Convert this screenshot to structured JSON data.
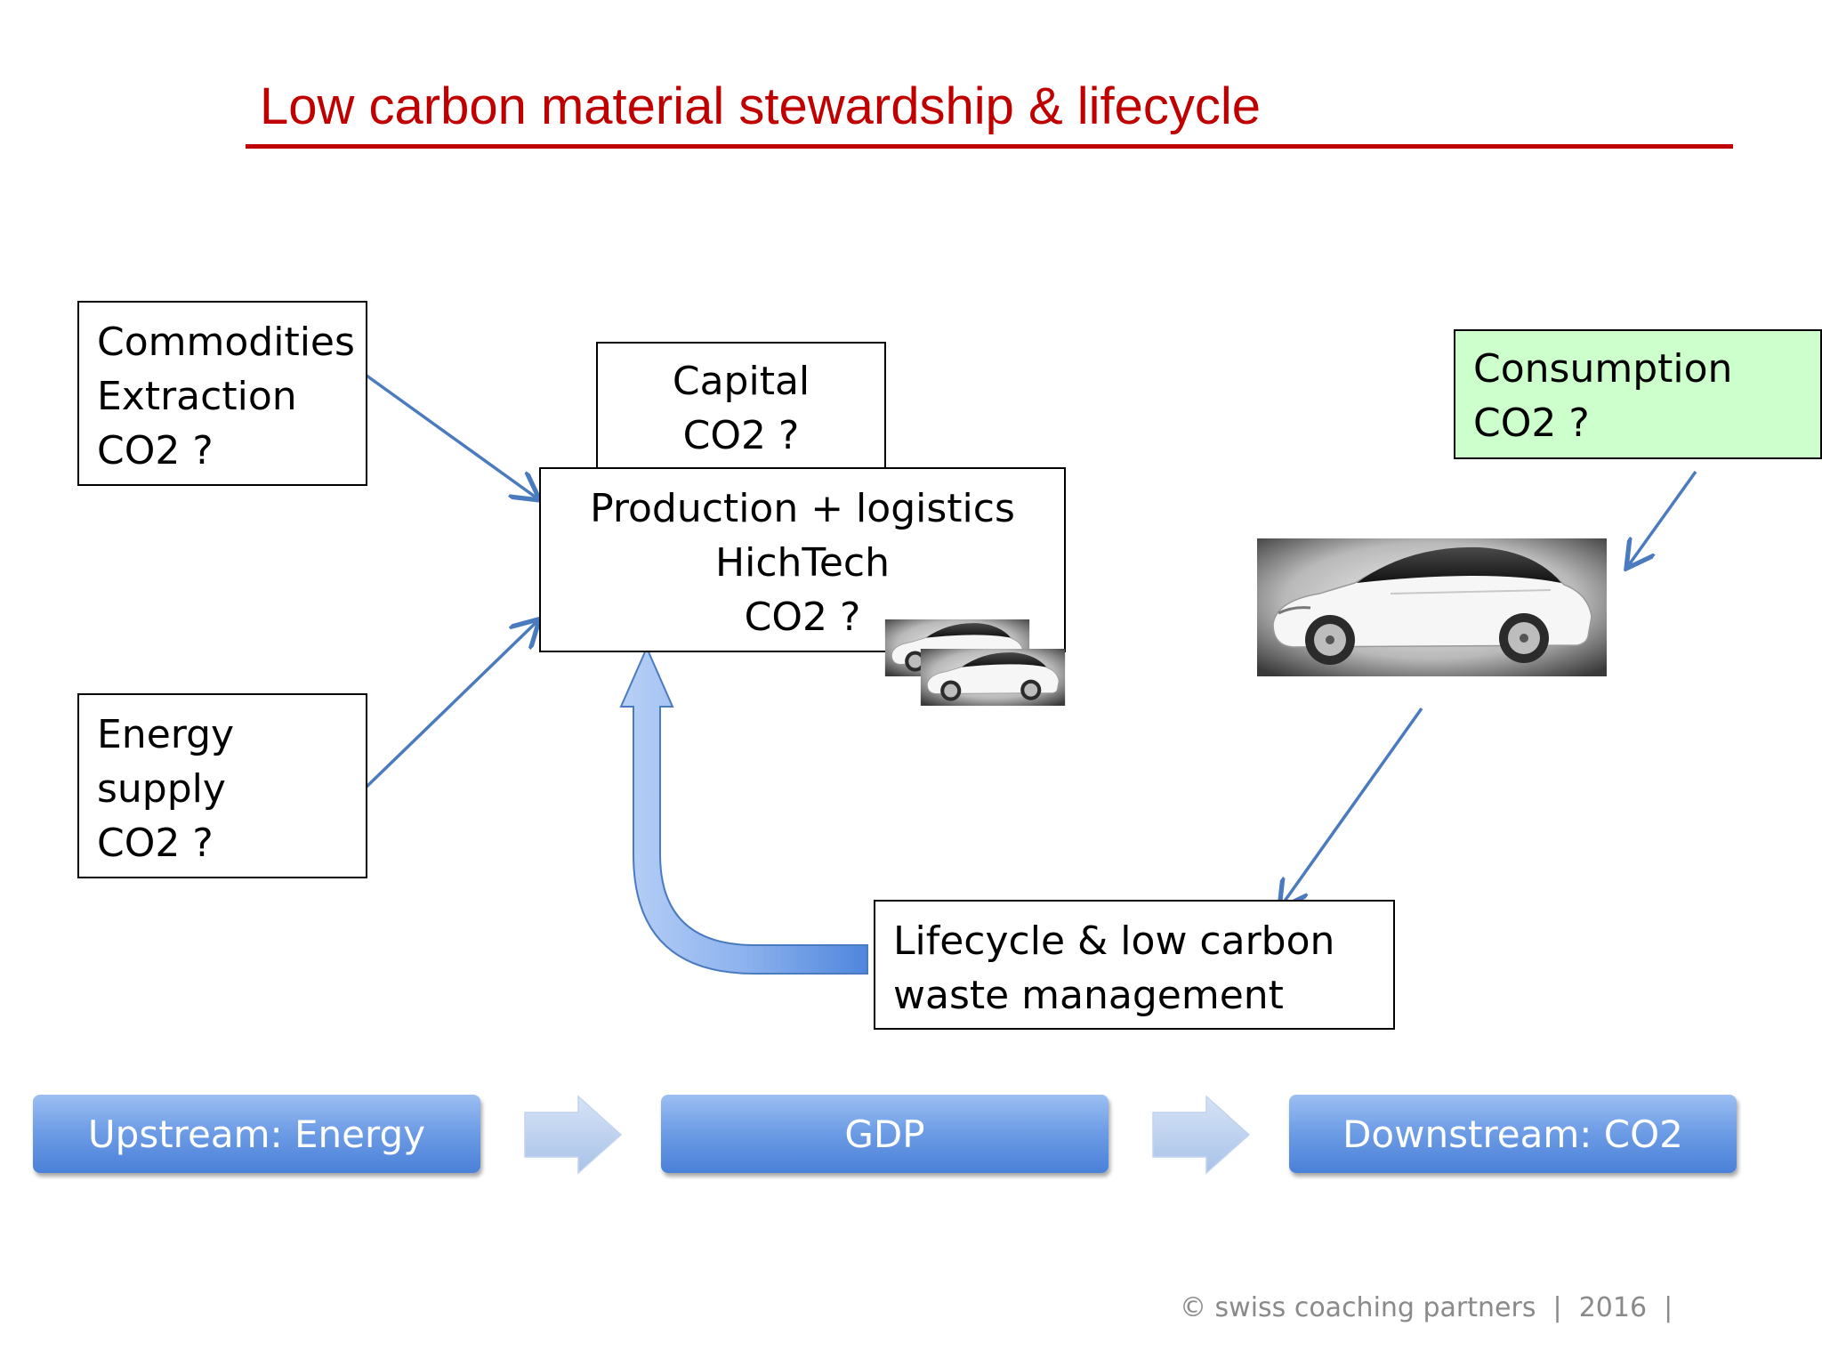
{
  "title": "Low carbon material stewardship & lifecycle",
  "boxes": {
    "commodities": [
      "Commodities",
      "Extraction",
      "CO2 ?"
    ],
    "energy": [
      "Energy",
      "supply",
      "CO2 ?"
    ],
    "capital": [
      "Capital",
      "CO2 ?"
    ],
    "production": [
      "Production + logistics",
      "HichTech",
      "CO2 ?"
    ],
    "consumption": [
      "Consumption",
      "CO2 ?"
    ],
    "lifecycle": [
      "Lifecycle & low carbon",
      "waste management"
    ]
  },
  "flow": {
    "upstream": "Upstream: Energy",
    "gdp": "GDP",
    "downstream": "Downstream: CO2"
  },
  "footer": "© swiss coaching partners  |  2016  |",
  "images": {
    "car": "white electric sedan car photo"
  },
  "colors": {
    "title": "#c00000",
    "arrow": "#4a7bbf",
    "consumption_fill": "#ccffcc",
    "flow_bar": "#5b8fde"
  }
}
